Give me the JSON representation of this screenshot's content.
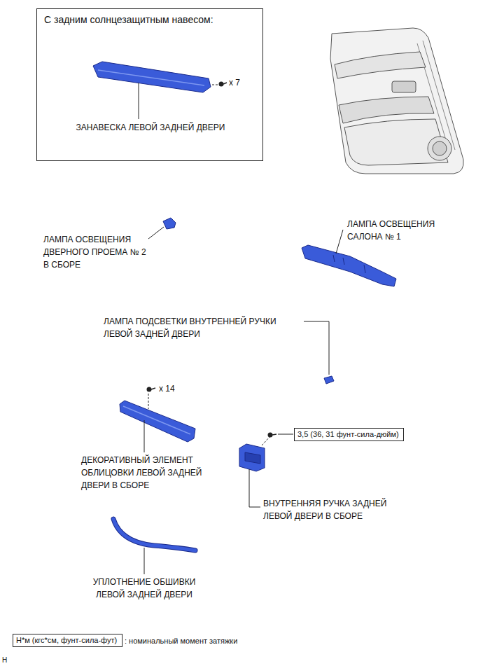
{
  "diagram": {
    "nodes": [
      {
        "text": [
          "С задним солнцезащитным навесом:"
        ]
      },
      {
        "text": [
          "3,5 (36, 31 фунт-сила-дюйм)"
        ]
      },
      {
        "text": [
          "Н*м (кгс*см, фунт-сила-фут)"
        ]
      }
    ],
    "labels": [
      "x 7",
      "ЗАНАВЕСКА ЛЕВОЙ ЗАДНЕЙ ДВЕРИ",
      "ЛАМПА ОСВЕЩЕНИЯ ДВЕРНОГО ПРОЕМА № 2 В СБОРЕ",
      "ЛАМПА ОСВЕЩЕНИЯ САЛОНА № 1",
      "ЛАМПА ПОДСВЕТКИ ВНУТРЕННЕЙ РУЧКИ ЛЕВОЙ ЗАДНЕЙ ДВЕРИ",
      "x 14",
      "ДЕКОРАТИВНЫЙ ЭЛЕМЕНТ ОБЛИЦОВКИ ЛЕВОЙ ЗАДНЕЙ ДВЕРИ В СБОРЕ",
      "ВНУТРЕННЯЯ РУЧКА ЗАДНЕЙ ЛЕВОЙ ДВЕРИ В СБОРЕ",
      "УПЛОТНЕНИЕ ОБШИВКИ ЛЕВОЙ ЗАДНЕЙ ДВЕРИ",
      ": номинальный момент затяжки",
      "H"
    ]
  }
}
